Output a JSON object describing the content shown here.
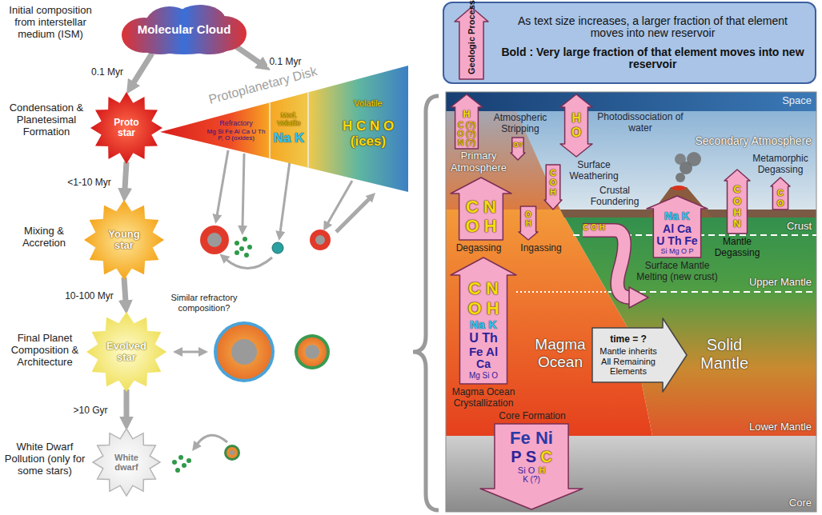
{
  "diagram": {
    "nodes": [
      {
        "text": [
          "Molecular Cloud"
        ]
      },
      {
        "text": [
          "Proto star"
        ]
      },
      {
        "text": [
          "Protoplanetary Disk"
        ]
      },
      {
        "text": [
          "Refractory",
          "Mg Si Fe Al Ca U Th P, O (oxides)"
        ],
        "in": 2
      },
      {
        "text": [
          "Mod. Volatile",
          "Na K"
        ],
        "in": 2
      },
      {
        "text": [
          "Volatile",
          "H C N O (ices)"
        ],
        "in": 2
      },
      {
        "text": [
          "Young star"
        ]
      },
      {
        "text": [
          "Evolved star"
        ]
      },
      {
        "text": [
          "White dwarf"
        ]
      },
      {
        "text": [
          "As text size increases, a larger fraction of that element moves into new reservoir",
          "Bold : Very large fraction of that element moves into new reservoir"
        ]
      },
      {
        "text": [
          "Geologic Process"
        ],
        "in": 9
      },
      {
        "text": [
          "H",
          "C (?)",
          "O (?)",
          "N (?)"
        ]
      },
      {
        "text": [
          "O?"
        ]
      },
      {
        "text": [
          "H",
          "O"
        ]
      },
      {
        "text": [
          "C",
          "O",
          "H"
        ]
      },
      {
        "text": [
          "C N",
          "O H"
        ]
      },
      {
        "text": [
          "O",
          "H"
        ]
      },
      {
        "text": [
          "C O H"
        ]
      },
      {
        "text": [
          "Na K",
          "Al Ca",
          "U Th Fe",
          "Si Mg O P"
        ]
      },
      {
        "text": [
          "C",
          "O",
          "H",
          "N"
        ]
      },
      {
        "text": [
          "C",
          "O"
        ]
      },
      {
        "text": [
          "C N",
          "O H",
          "Na K",
          "U Th",
          "Fe Al",
          "Ca",
          "Mg Si O"
        ]
      },
      {
        "text": [
          "time = ?",
          "Mantle inherits All Remaining Elements"
        ]
      },
      {
        "text": [
          "Fe Ni",
          "P S",
          "C",
          "Si O",
          "H",
          "K (?)"
        ]
      }
    ],
    "edges": [
      {
        "from": 0,
        "to": 1,
        "label": "0.1 Myr",
        "arrow": "to"
      },
      {
        "from": 0,
        "to": 2,
        "label": "0.1 Myr",
        "arrow": "to"
      },
      {
        "from": 1,
        "to": 6,
        "label": "<1-10 Myr",
        "arrow": "to"
      },
      {
        "from": 6,
        "to": 7,
        "label": "10-100 Myr",
        "arrow": "to"
      },
      {
        "from": 7,
        "to": 8,
        "label": ">10 Gyr",
        "arrow": "to"
      }
    ],
    "labels": [
      "Initial composition from interstellar medium (ISM)",
      "Condensation & Planetesimal Formation",
      "Mixing & Accretion",
      "Final Planet Composition & Architecture",
      "Similar refractory composition?",
      "White Dwarf Pollution (only for some stars)",
      "Space",
      "Secondary Atmosphere",
      "Primary Atmosphere",
      "Crust",
      "Upper Mantle",
      "Magma Ocean",
      "Solid Mantle",
      "Lower Mantle",
      "Core",
      "Atmospheric Stripping",
      "Photodissociation of water",
      "Surface Weathering",
      "Crustal Foundering",
      "Metamorphic Degassing",
      "Degassing",
      "Ingassing",
      "Surface Mantle Melting (new crust)",
      "Mantle Degassing",
      "Magma Ocean Crystallization",
      "Core Formation"
    ]
  }
}
